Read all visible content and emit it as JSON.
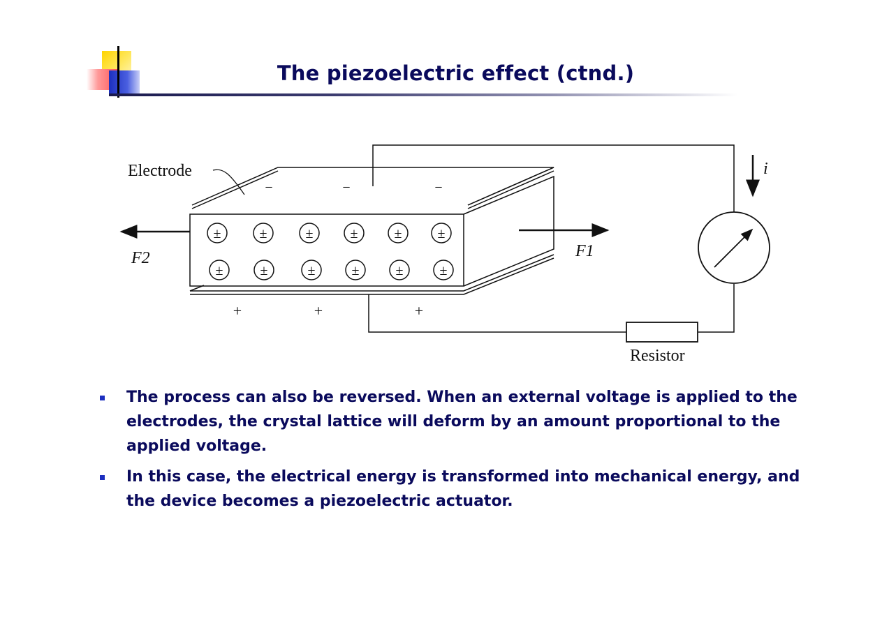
{
  "slide": {
    "title": "The piezoelectric effect (ctnd.)",
    "diagram": {
      "electrode_label": "Electrode",
      "current_label": "i",
      "force_left_label": "F2",
      "force_right_label": "F1",
      "resistor_label": "Resistor",
      "top_charge": "−",
      "bottom_charge": "+",
      "dipole_symbol": "±"
    },
    "bullets": [
      "The process can also be reversed. When an external voltage is applied to the electrodes, the crystal lattice will deform by an amount proportional to the applied voltage.",
      "In this case, the electrical energy is transformed into mechanical energy, and the device becomes a piezoelectric actuator."
    ]
  },
  "colors": {
    "title": "#0a0a5c",
    "bullet_marker": "#1c2fbf",
    "accent_yellow": "#ffd400",
    "accent_red": "#ff5050",
    "accent_blue": "#1c2fbf"
  }
}
